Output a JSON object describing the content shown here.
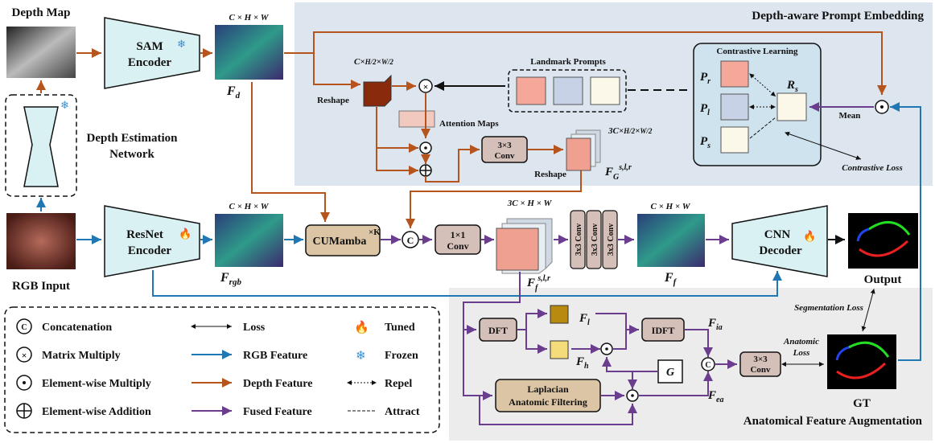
{
  "panels": {
    "depth_prompt": "Depth-aware Prompt Embedding",
    "anatomical": "Anatomical Feature Augmentation"
  },
  "inputs": {
    "depth_map": "Depth Map",
    "rgb_input": "RGB Input",
    "depth_net": "Depth Estimation",
    "depth_net2": "Network"
  },
  "modules": {
    "sam1": "SAM",
    "sam2": "Encoder",
    "resnet1": "ResNet",
    "resnet2": "Encoder",
    "cnn1": "CNN",
    "cnn2": "Decoder",
    "cumamba": "CUMamba",
    "cumamba_sup": "×K",
    "conv1x1a": "1×1",
    "conv1x1b": "Conv",
    "conv3x3a": "3×3",
    "conv3x3b": "Conv",
    "conv3x3c": "3×3",
    "conv3x3d": "Conv",
    "stack_conv": "3x3 Conv",
    "dft": "DFT",
    "idft": "IDFT",
    "lap1": "Laplacian",
    "lap2": "Anatomic Filtering",
    "g": "G",
    "output": "Output",
    "gt": "GT"
  },
  "labels": {
    "landmark": "Landmark Prompts",
    "attention": "Attention Maps",
    "reshape1": "Reshape",
    "reshape2": "Reshape",
    "contrastive": "Contrastive Learning",
    "mean": "Mean",
    "contrastive_loss": "Contrastive  Loss",
    "seg_loss": "Segmentation Loss",
    "anat_loss1": "Anatomic",
    "anat_loss2": "Loss",
    "chw1": "C × H × W",
    "chw2": "C × H × W",
    "chw3": "C × H × W",
    "chw4": "3C × H × W",
    "fd": "F",
    "fd_sub": "d",
    "frgb": "F",
    "frgb_sub": "rgb",
    "ff": "F",
    "ff_sub": "f",
    "fl": "F",
    "fl_sub": "l",
    "fh": "F",
    "fh_sub": "h",
    "fia": "F",
    "fia_sub": "ia",
    "fea": "F",
    "fea_sub": "ea",
    "pr": "P",
    "pr_sub": "r",
    "pl": "P",
    "pl_sub": "l",
    "ps": "P",
    "ps_sub": "s",
    "rs": "R",
    "rs_sub": "s"
  },
  "legend": {
    "concat": "Concatenation",
    "matmul": "Matrix Multiply",
    "elem_mul": "Element-wise Multiply",
    "elem_add": "Element-wise Addition",
    "loss": "Loss",
    "rgb": "RGB Feature",
    "depth": "Depth Feature",
    "fused": "Fused Feature",
    "tuned": "Tuned",
    "frozen": "Frozen",
    "repel": "Repel",
    "attract": "Attract"
  },
  "colors": {
    "rgb": "#1f77b4",
    "depth": "#b5541c",
    "fused": "#6a3d8f",
    "panel_blue": "#dde6ee",
    "panel_gray": "#ececec",
    "module_fill": "#d9f1f3",
    "conv_fill": "#d4bfb9",
    "cumamba_fill": "#dcc5a4"
  }
}
